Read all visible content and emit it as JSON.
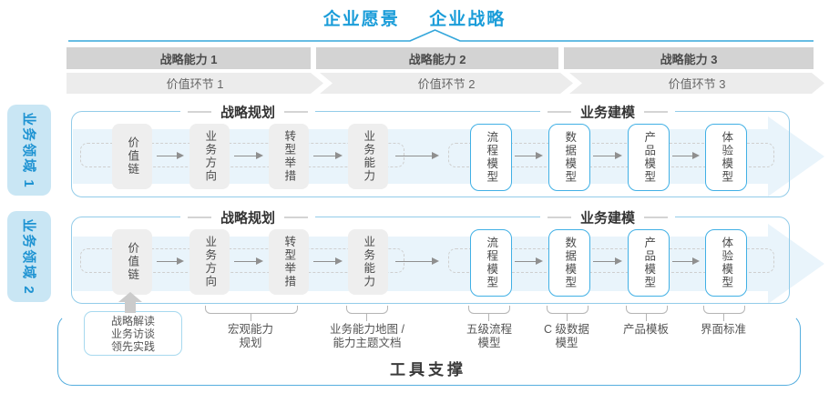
{
  "title": {
    "vision": "企业愿景",
    "strategy": "企业战略"
  },
  "strategic_capabilities": [
    {
      "label": "战略能力 1"
    },
    {
      "label": "战略能力 2"
    },
    {
      "label": "战略能力 3"
    }
  ],
  "value_chains": [
    {
      "label": "价值环节 1"
    },
    {
      "label": "价值环节 2"
    },
    {
      "label": "价值环节 3"
    }
  ],
  "business_domains": [
    {
      "label": "业务领域 1"
    },
    {
      "label": "业务领域 2"
    }
  ],
  "flow": {
    "planning_title": "战略规划",
    "modeling_title": "业务建模",
    "planning_boxes": [
      "价值链",
      "业务方向",
      "转型举措",
      "业务能力"
    ],
    "modeling_boxes": [
      "流程模型",
      "数据模型",
      "产品模型",
      "体验模型"
    ]
  },
  "annotations": {
    "callout": "战略解读\n业务访谈\n领先实践",
    "macro_capability": "宏观能力\n规划",
    "capability_map": "业务能力地图 /\n能力主题文档",
    "process_model": "五级流程\n模型",
    "data_model": "C 级数据\n模型",
    "product_template": "产品模板",
    "ui_standard": "界面标准"
  },
  "footer": {
    "tool_support": "工具支撑"
  },
  "colors": {
    "accent_blue": "#1b9dd9",
    "row_border": "#93cce9",
    "band_fill": "#e9f4fb",
    "box_border": "#41b0e5",
    "domain_tab_bg": "#c9e6f4",
    "capability_bar": "#d3d3d3",
    "value_chevron": "#ececec",
    "tool_border": "#56aede"
  }
}
